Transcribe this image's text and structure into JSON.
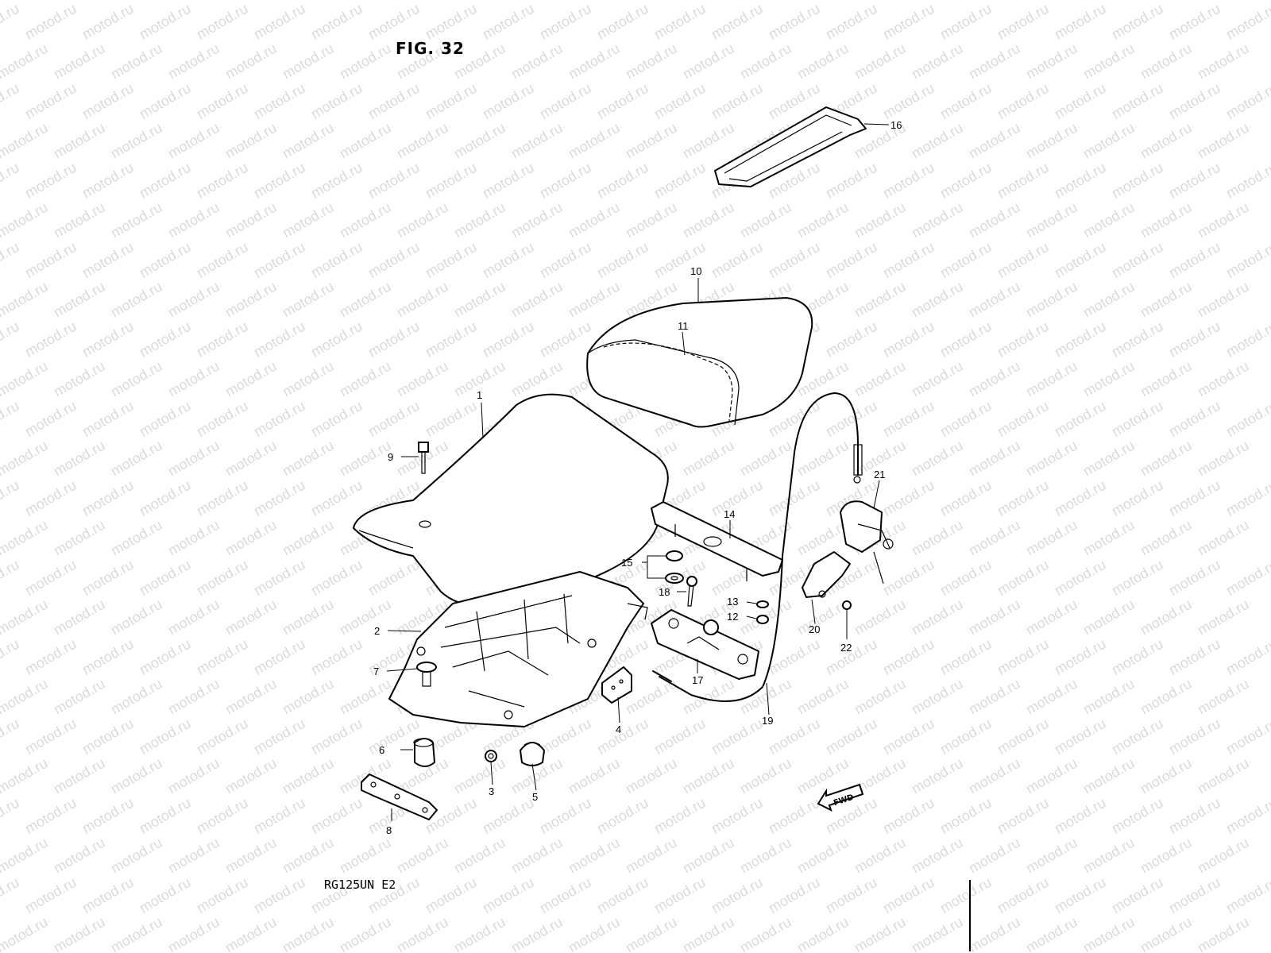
{
  "figure": {
    "title": "FIG. 32",
    "model": "RG125UN E2",
    "direction_label": "FWD"
  },
  "watermark": {
    "text": "motod.ru",
    "color": "#bdbdbd"
  },
  "callouts": [
    {
      "id": "c1",
      "label": "1"
    },
    {
      "id": "c2",
      "label": "2"
    },
    {
      "id": "c3",
      "label": "3"
    },
    {
      "id": "c4",
      "label": "4"
    },
    {
      "id": "c5",
      "label": "5"
    },
    {
      "id": "c6",
      "label": "6"
    },
    {
      "id": "c7",
      "label": "7"
    },
    {
      "id": "c8",
      "label": "8"
    },
    {
      "id": "c9",
      "label": "9"
    },
    {
      "id": "c10",
      "label": "10"
    },
    {
      "id": "c11",
      "label": "11"
    },
    {
      "id": "c12",
      "label": "12"
    },
    {
      "id": "c13",
      "label": "13"
    },
    {
      "id": "c14",
      "label": "14"
    },
    {
      "id": "c15",
      "label": "15"
    },
    {
      "id": "c16",
      "label": "16"
    },
    {
      "id": "c17",
      "label": "17"
    },
    {
      "id": "c18",
      "label": "18"
    },
    {
      "id": "c19",
      "label": "19"
    },
    {
      "id": "c20",
      "label": "20"
    },
    {
      "id": "c21",
      "label": "21"
    },
    {
      "id": "c22",
      "label": "22"
    }
  ]
}
